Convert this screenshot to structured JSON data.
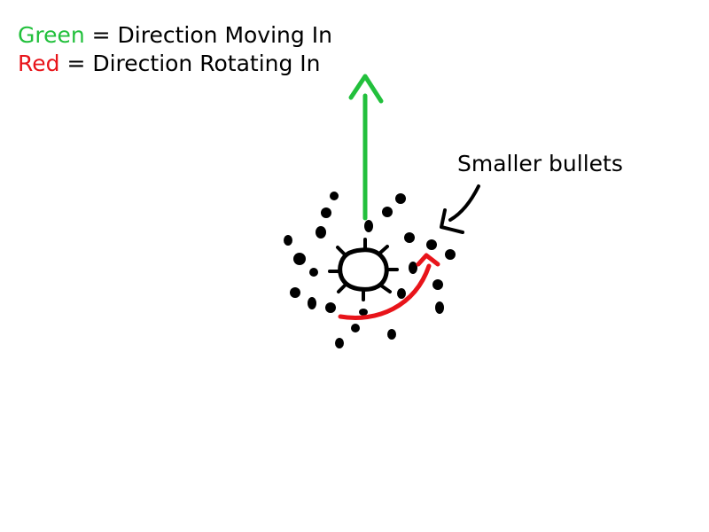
{
  "legend": {
    "green": {
      "word": "Green",
      "rest": " = Direction Moving In",
      "color": "#22c03c"
    },
    "red": {
      "word": "Red",
      "rest": " = Direction Rotating In",
      "color": "#e8141a"
    }
  },
  "annotation": {
    "label": "Smaller bullets"
  },
  "colors": {
    "ink": "#000000",
    "move_arrow": "#22c03c",
    "rotate_arrow": "#e8141a",
    "background": "#ffffff"
  }
}
